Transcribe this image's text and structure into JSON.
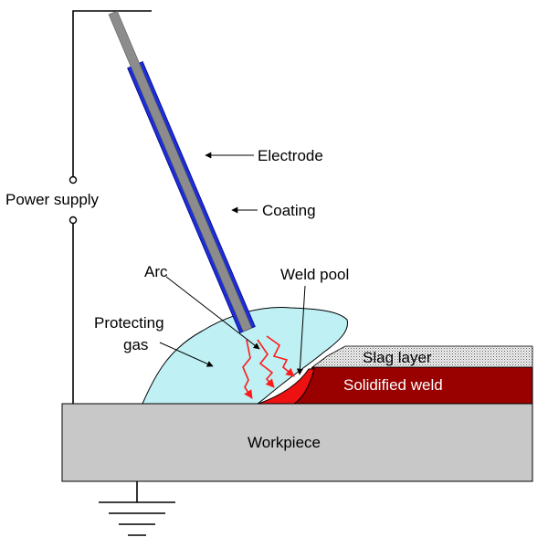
{
  "labels": {
    "power_supply": "Power supply",
    "electrode": "Electrode",
    "coating": "Coating",
    "arc": "Arc",
    "weld_pool": "Weld pool",
    "protecting_gas_line1": "Protecting",
    "protecting_gas_line2": "gas",
    "slag_layer": "Slag layer",
    "solidified_weld": "Solidified weld",
    "workpiece": "Workpiece"
  },
  "colors": {
    "electrode_core": "#8c8c8c",
    "coating": "#1c2fd6",
    "protecting_gas": "#bff0f4",
    "workpiece": "#c8c8c8",
    "solidified_weld": "#990000",
    "weld_pool": "#ee1111",
    "arc": "#ff1a1a",
    "slag_layer": "#eeeeee",
    "wire": "#000000"
  },
  "icons": {
    "ground": "ground-symbol-icon",
    "terminal": "circle-terminal-icon"
  }
}
